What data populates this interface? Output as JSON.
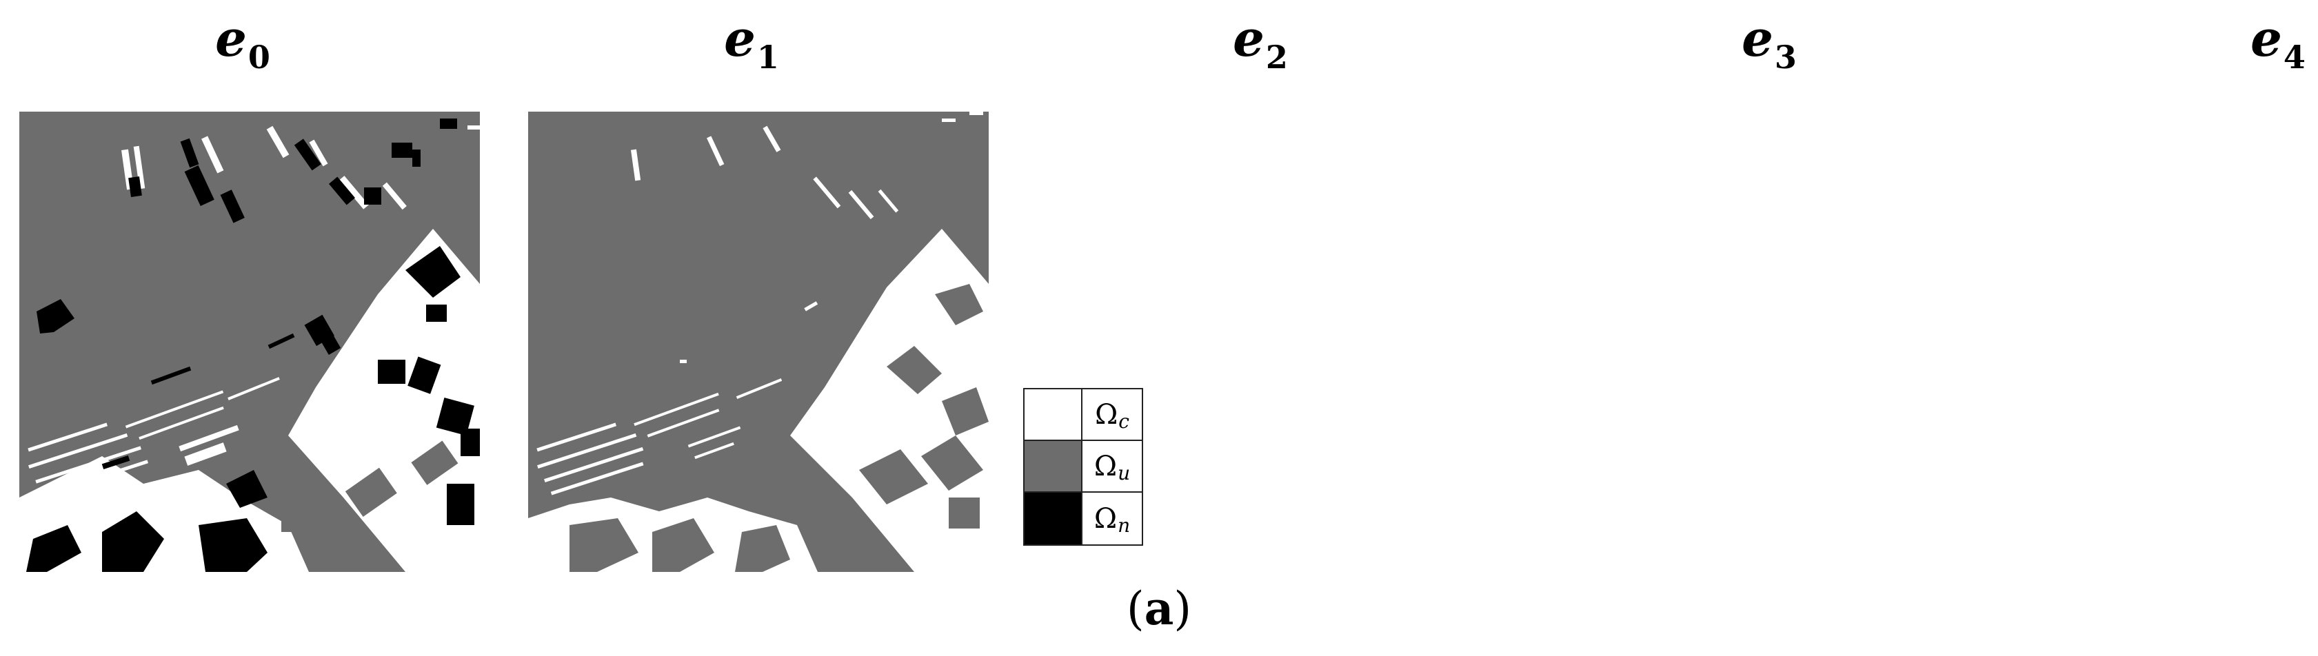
{
  "figure": {
    "columns": [
      {
        "base": "e",
        "sub": "0"
      },
      {
        "base": "e",
        "sub": "1"
      },
      {
        "base": "e",
        "sub": "2"
      },
      {
        "base": "e",
        "sub": "3"
      },
      {
        "base": "e",
        "sub": "4"
      }
    ],
    "legend": [
      {
        "symbol": "Ω",
        "sub": "c",
        "color": "#ffffff"
      },
      {
        "symbol": "Ω",
        "sub": "u",
        "color": "#6d6d6d"
      },
      {
        "symbol": "Ω",
        "sub": "n",
        "color": "#000000"
      }
    ],
    "caption": {
      "open": "(",
      "letter": "a",
      "close": ")"
    }
  }
}
